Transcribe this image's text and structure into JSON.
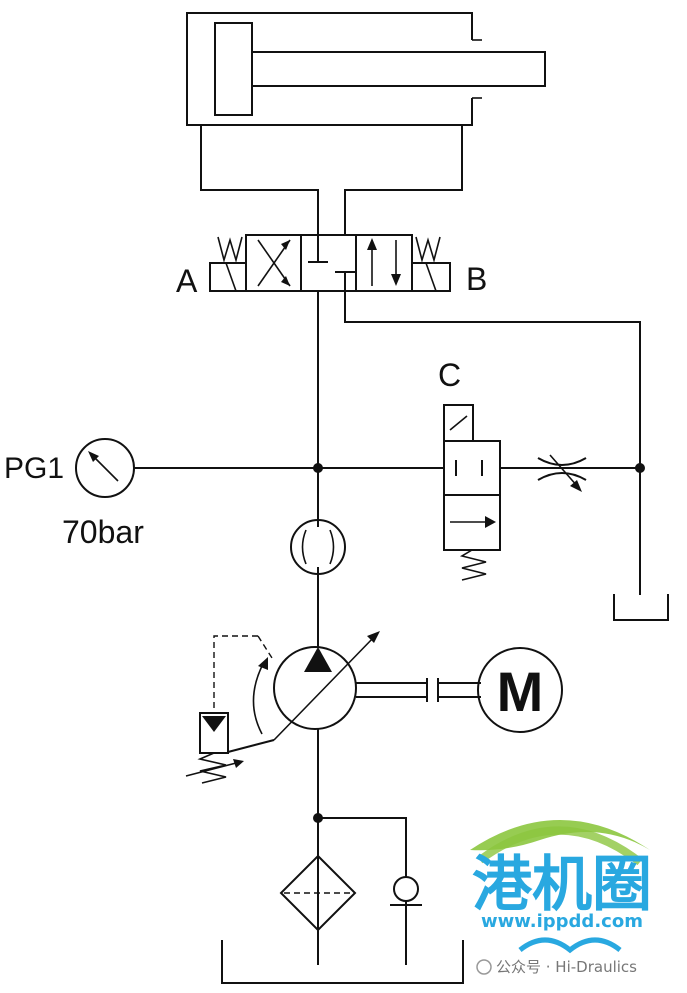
{
  "labels": {
    "valve_port_a": "A",
    "valve_port_b": "B",
    "solenoid_valve": "C",
    "pressure_gauge": "PG1",
    "gauge_setting": "70bar",
    "motor": "M"
  },
  "watermark": {
    "brand_cn": "港机圈",
    "site": "www.ippdd.com",
    "account": "公众号 · Hi-Draulics",
    "colors": {
      "green": "#8cc63f",
      "blue": "#29a8e0"
    }
  }
}
